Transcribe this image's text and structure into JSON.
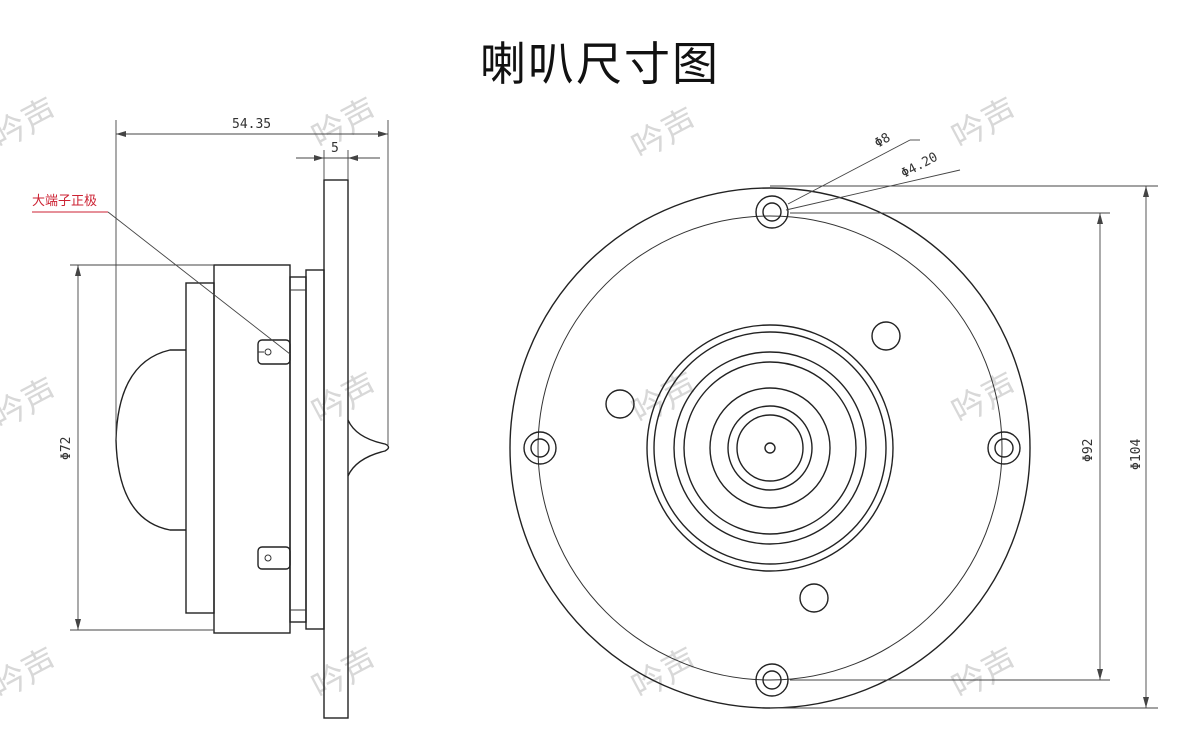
{
  "title": "喇叭尺寸图",
  "side_view": {
    "overall_depth": "54.35",
    "flange_thickness": "5",
    "body_diameter": "Φ72",
    "terminal_label": "大端子正极"
  },
  "front_view": {
    "hole_outer": "Φ8",
    "hole_inner": "Φ4.20",
    "bolt_circle": "Φ92",
    "outer_diameter": "Φ104"
  },
  "watermark": "吟声",
  "colors": {
    "line": "#222222",
    "annotation_red": "#cc2233",
    "watermark": "#d8d8d8"
  }
}
